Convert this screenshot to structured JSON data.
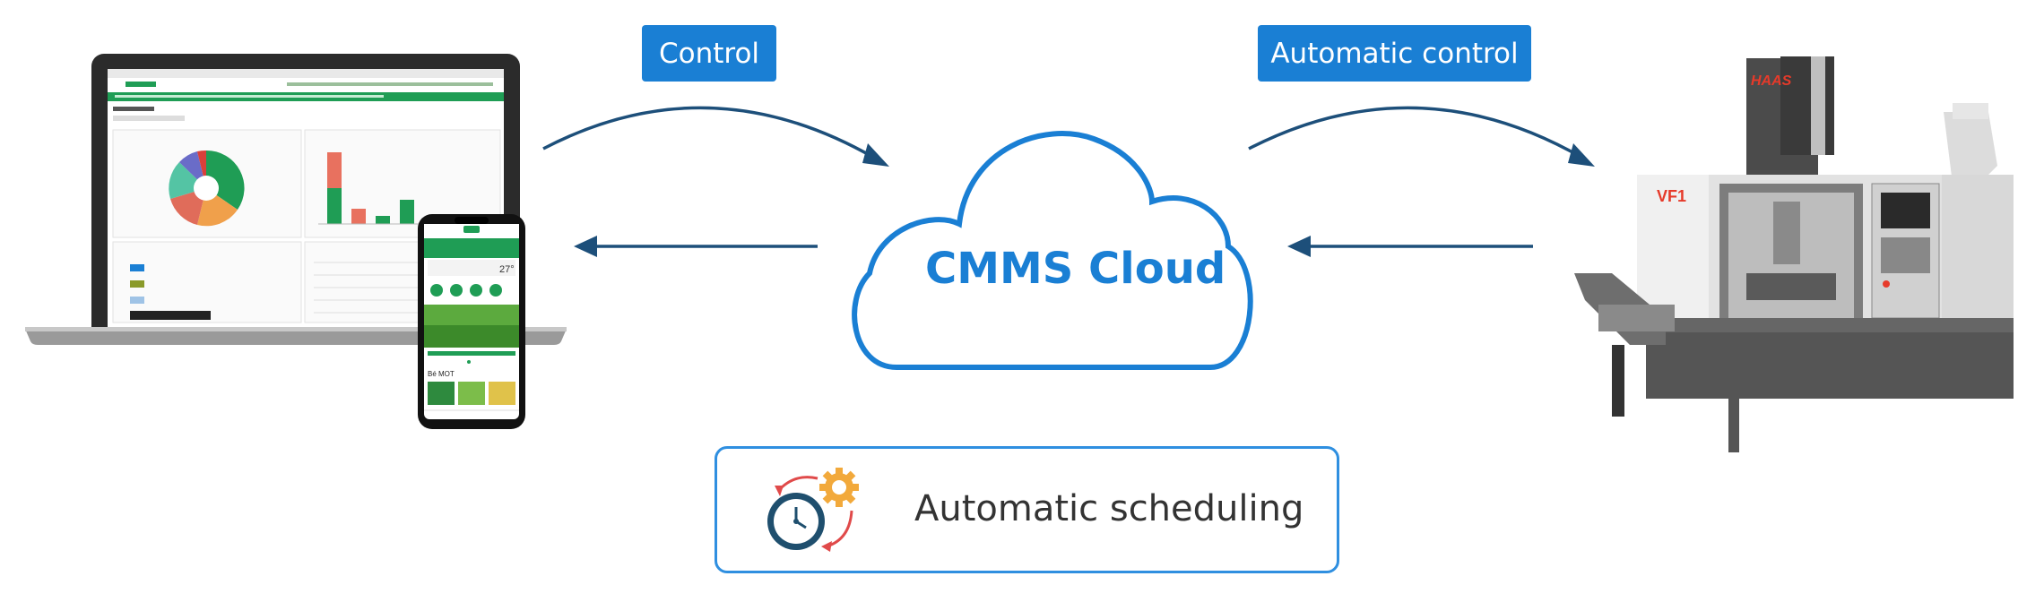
{
  "labels": {
    "control": "Control",
    "automatic_control": "Automatic control",
    "cloud": "CMMS Cloud",
    "scheduling": "Automatic scheduling"
  },
  "phone": {
    "temperature": "27°",
    "title": "Bé MOT"
  },
  "machine": {
    "brand": "HAAS",
    "model": "VF1"
  },
  "colors": {
    "accent_blue": "#1a7fd4",
    "arrow": "#1d4f7a",
    "app_green": "#1f9d55"
  }
}
